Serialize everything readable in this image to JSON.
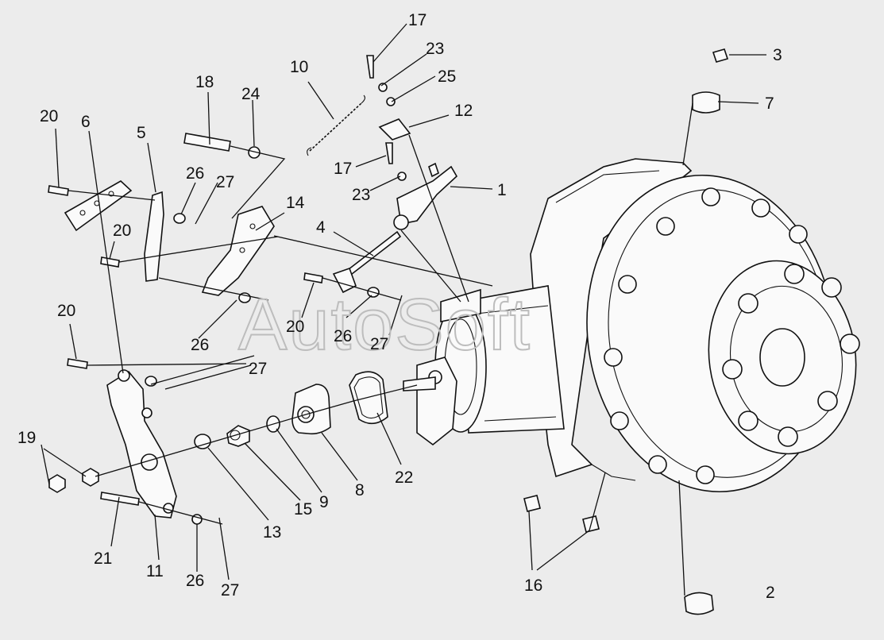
{
  "watermark": "AutoSoft",
  "callouts": [
    {
      "id": "c1",
      "text": "1"
    },
    {
      "id": "c2",
      "text": "2"
    },
    {
      "id": "c3",
      "text": "3"
    },
    {
      "id": "c4",
      "text": "4"
    },
    {
      "id": "c5",
      "text": "5"
    },
    {
      "id": "c6",
      "text": "6"
    },
    {
      "id": "c7",
      "text": "7"
    },
    {
      "id": "c8",
      "text": "8"
    },
    {
      "id": "c9",
      "text": "9"
    },
    {
      "id": "c10",
      "text": "10"
    },
    {
      "id": "c11",
      "text": "11"
    },
    {
      "id": "c12",
      "text": "12"
    },
    {
      "id": "c13",
      "text": "13"
    },
    {
      "id": "c14",
      "text": "14"
    },
    {
      "id": "c15",
      "text": "15"
    },
    {
      "id": "c16",
      "text": "16"
    },
    {
      "id": "c17a",
      "text": "17"
    },
    {
      "id": "c17b",
      "text": "17"
    },
    {
      "id": "c18",
      "text": "18"
    },
    {
      "id": "c19",
      "text": "19"
    },
    {
      "id": "c20a",
      "text": "20"
    },
    {
      "id": "c20b",
      "text": "20"
    },
    {
      "id": "c20c",
      "text": "20"
    },
    {
      "id": "c20d",
      "text": "20"
    },
    {
      "id": "c21",
      "text": "21"
    },
    {
      "id": "c22",
      "text": "22"
    },
    {
      "id": "c23a",
      "text": "23"
    },
    {
      "id": "c23b",
      "text": "23"
    },
    {
      "id": "c24",
      "text": "24"
    },
    {
      "id": "c25",
      "text": "25"
    },
    {
      "id": "c26a",
      "text": "26"
    },
    {
      "id": "c26b",
      "text": "26"
    },
    {
      "id": "c26c",
      "text": "26"
    },
    {
      "id": "c26d",
      "text": "26"
    },
    {
      "id": "c27a",
      "text": "27"
    },
    {
      "id": "c27b",
      "text": "27"
    },
    {
      "id": "c27c",
      "text": "27"
    },
    {
      "id": "c27d",
      "text": "27"
    }
  ]
}
